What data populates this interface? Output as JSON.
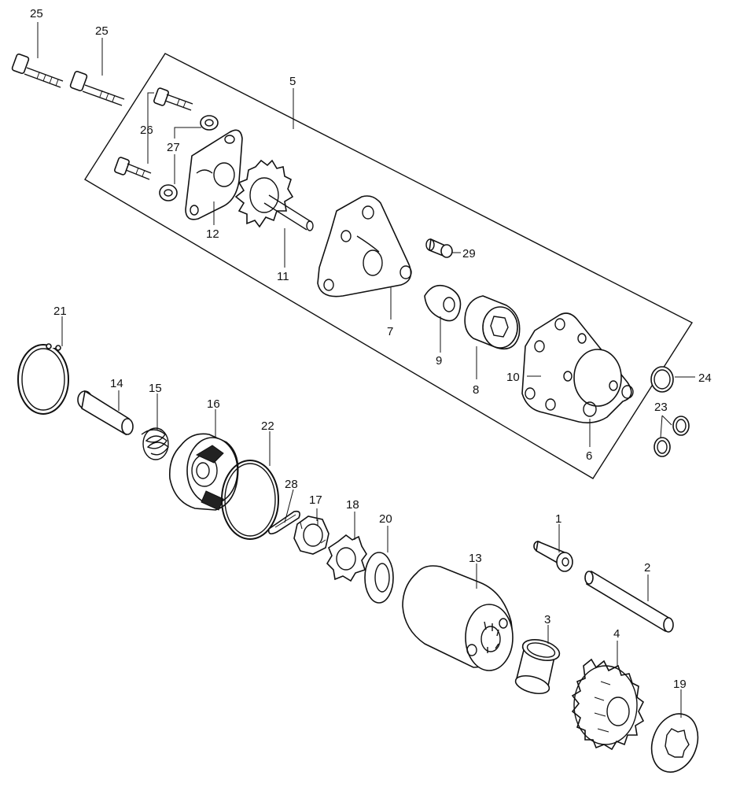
{
  "diagram": {
    "callouts": [
      {
        "id": "c25a",
        "label": "25"
      },
      {
        "id": "c25b",
        "label": "25"
      },
      {
        "id": "c5",
        "label": "5"
      },
      {
        "id": "c26",
        "label": "26"
      },
      {
        "id": "c27",
        "label": "27"
      },
      {
        "id": "c12",
        "label": "12"
      },
      {
        "id": "c11",
        "label": "11"
      },
      {
        "id": "c29",
        "label": "29"
      },
      {
        "id": "c7",
        "label": "7"
      },
      {
        "id": "c9",
        "label": "9"
      },
      {
        "id": "c8",
        "label": "8"
      },
      {
        "id": "c10",
        "label": "10"
      },
      {
        "id": "c24",
        "label": "24"
      },
      {
        "id": "c23",
        "label": "23"
      },
      {
        "id": "c6",
        "label": "6"
      },
      {
        "id": "c21",
        "label": "21"
      },
      {
        "id": "c14",
        "label": "14"
      },
      {
        "id": "c15",
        "label": "15"
      },
      {
        "id": "c16",
        "label": "16"
      },
      {
        "id": "c22",
        "label": "22"
      },
      {
        "id": "c28",
        "label": "28"
      },
      {
        "id": "c17",
        "label": "17"
      },
      {
        "id": "c18",
        "label": "18"
      },
      {
        "id": "c20",
        "label": "20"
      },
      {
        "id": "c13",
        "label": "13"
      },
      {
        "id": "c1",
        "label": "1"
      },
      {
        "id": "c2",
        "label": "2"
      },
      {
        "id": "c3",
        "label": "3"
      },
      {
        "id": "c4",
        "label": "4"
      },
      {
        "id": "c19",
        "label": "19"
      }
    ]
  }
}
